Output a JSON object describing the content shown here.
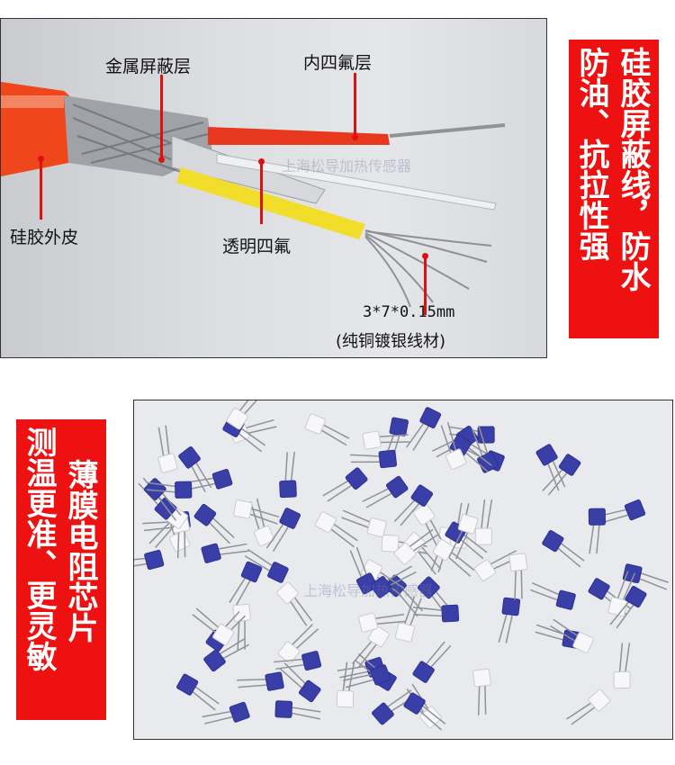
{
  "top_photo": {
    "labels": {
      "metal_shield": "金属屏蔽层",
      "inner_ptfe": "内四氟层",
      "silicone_jacket": "硅胶外皮",
      "transparent_ptfe": "透明四氟",
      "spec": "3*7*0.15mm",
      "spec_note": "(纯铜镀银线材)"
    },
    "watermark": "上海松导加热传感器"
  },
  "right_banner": {
    "col1": "硅胶屏蔽线，防水",
    "col2": "防油、抗拉性强"
  },
  "left_banner": {
    "col1": "薄膜电阻芯片",
    "col2": "测温更准、更灵敏"
  },
  "bottom_photo": {
    "watermark": "上海松导加热传感器"
  },
  "colors": {
    "banner_red": "#ee1111",
    "pointer_red": "#e01010",
    "chip_blue": "#3a3fa8",
    "jacket_orange": "#f04a1c"
  }
}
